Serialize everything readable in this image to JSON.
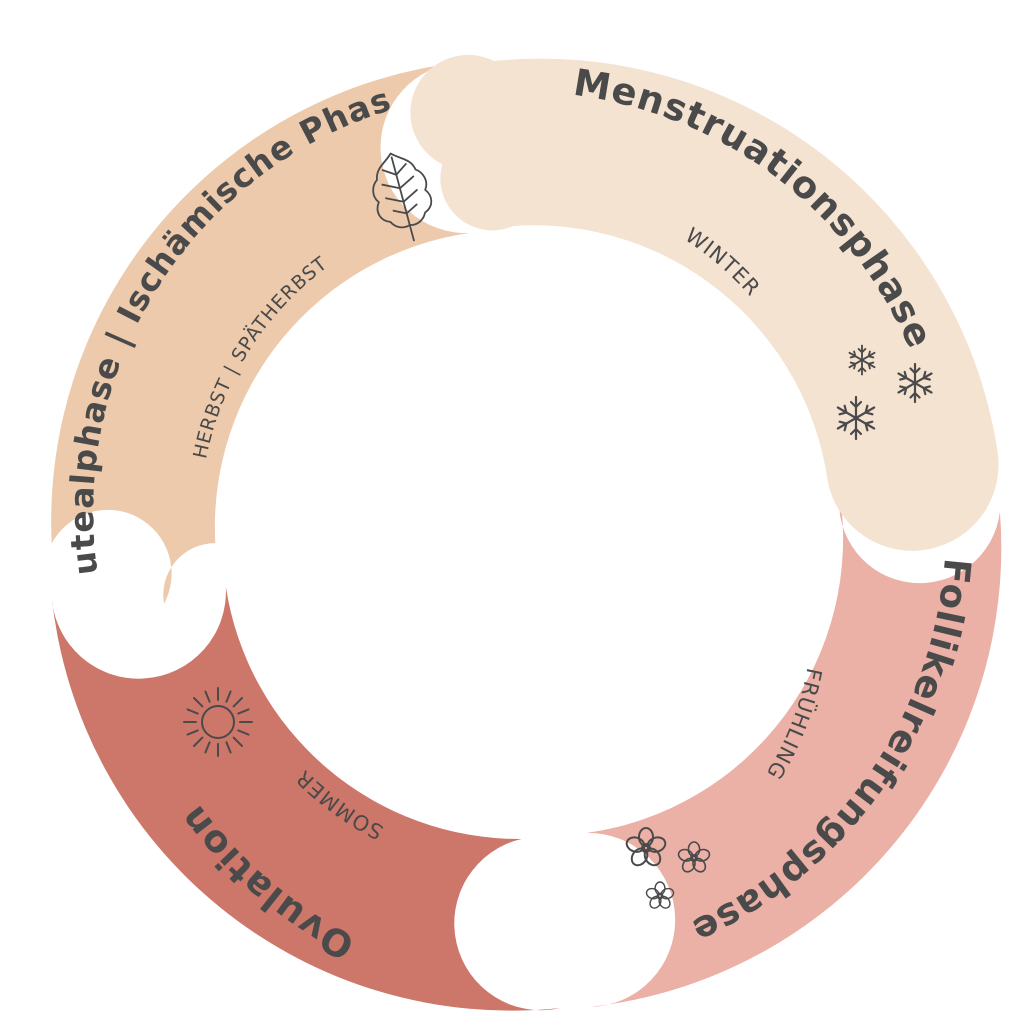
{
  "colors": {
    "text": "#4a4a4a",
    "menstruation": "#f5e3d2",
    "follicular": "#ebb0a6",
    "ovulation": "#cd776a",
    "luteal": "#eccaab",
    "separator": "#ffffff"
  },
  "phases": [
    {
      "title": "Menstruationsphase",
      "season": "WINTER",
      "icon": "snowflake-icon"
    },
    {
      "title": "Follikelreifungsphase",
      "season": "FRÜHLING",
      "icon": "flower-icon"
    },
    {
      "title": "Ovulation",
      "season": "SOMMER",
      "icon": "sun-icon"
    },
    {
      "title": "Lutealphase | Ischämische Phase",
      "season": "HERBST | SPÄTHERBST",
      "icon": "leaf-icon"
    }
  ]
}
